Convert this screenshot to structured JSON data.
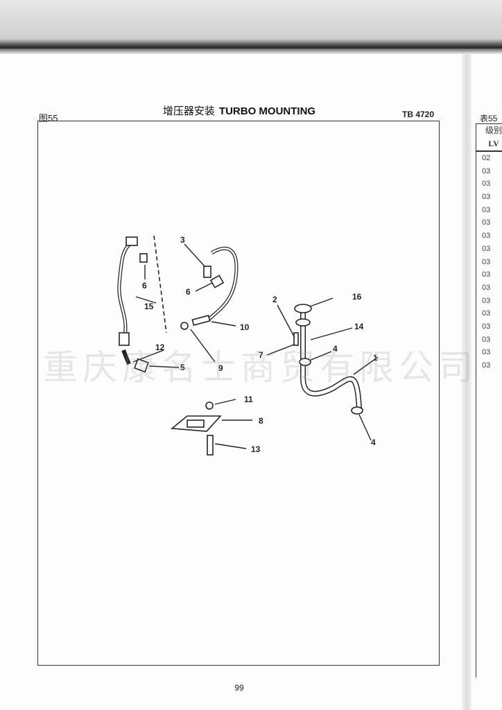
{
  "header": {
    "figure_label": "图55",
    "title_cn": "增压器安装",
    "title_en": "TURBO MOUNTING",
    "doc_code": "TB 4720"
  },
  "diagram": {
    "callouts": [
      "1",
      "2",
      "3",
      "4",
      "4",
      "5",
      "6",
      "6",
      "7",
      "8",
      "9",
      "10",
      "11",
      "12",
      "13",
      "14",
      "15",
      "16"
    ]
  },
  "watermark": "重庆康名士商贸有限公司",
  "footer": {
    "page_number": "99"
  },
  "side_table": {
    "label": "表55",
    "header_cn": "级别",
    "header_en": "LV",
    "rows": [
      "02",
      "03",
      "03",
      "03",
      "03",
      "03",
      "03",
      "03",
      "03",
      "03",
      "03",
      "03",
      "03",
      "03",
      "03",
      "03",
      "03"
    ]
  }
}
